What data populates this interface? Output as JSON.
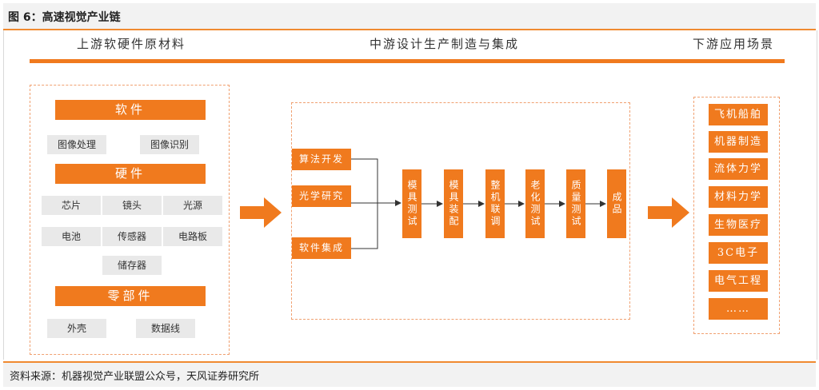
{
  "header": {
    "title": "图 6：高速视觉产业链"
  },
  "sections": {
    "upstream": "上游软硬件原材料",
    "midstream": "中游设计生产制造与集成",
    "downstream": "下游应用场景"
  },
  "upstream": {
    "software": {
      "label": "软件",
      "items": [
        "图像处理",
        "图像识别"
      ]
    },
    "hardware": {
      "label": "硬件",
      "items": [
        "芯片",
        "镜头",
        "光源",
        "电池",
        "传感器",
        "电路板",
        "储存器"
      ]
    },
    "parts": {
      "label": "零部件",
      "items": [
        "外壳",
        "数据线"
      ]
    }
  },
  "midstream": {
    "inputs": [
      "算法开发",
      "光学研究",
      "软件集成"
    ],
    "steps": [
      "模具测试",
      "模具装配",
      "整机联调",
      "老化测试",
      "质量测试",
      "成品"
    ]
  },
  "downstream": {
    "items": [
      "飞机船舶",
      "机器制造",
      "流体力学",
      "材料力学",
      "生物医疗",
      "3C电子",
      "电气工程",
      "……"
    ]
  },
  "footer": {
    "source": "资料来源：机器视觉产业联盟公众号，天风证券研究所"
  },
  "colors": {
    "accent": "#f07a1e",
    "gray_box": "#e9e9e9",
    "dashed_border": "#f0a070"
  }
}
